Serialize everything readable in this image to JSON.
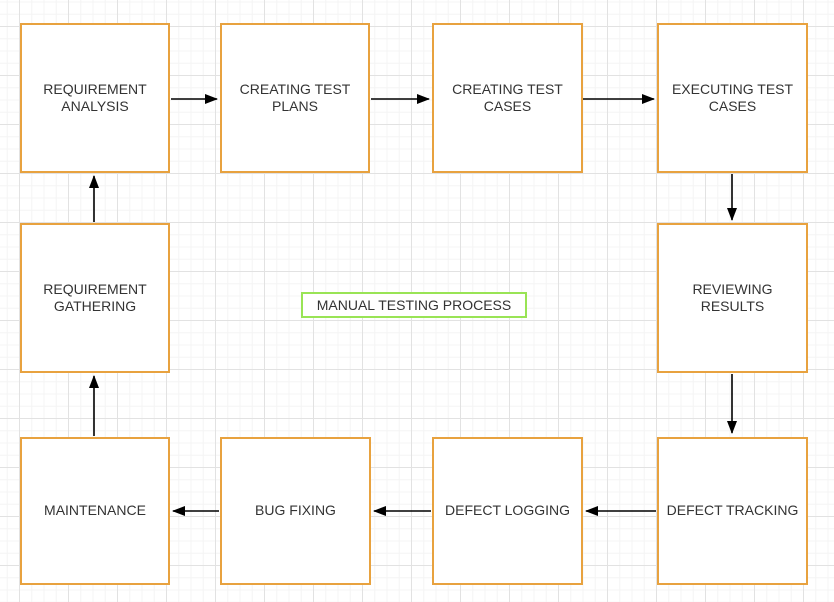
{
  "diagram": {
    "title": {
      "label": "MANUAL TESTING PROCESS"
    },
    "nodes": [
      {
        "id": "requirement-analysis",
        "label": "REQUIREMENT ANALYSIS"
      },
      {
        "id": "creating-test-plans",
        "label": "CREATING TEST PLANS"
      },
      {
        "id": "creating-test-cases",
        "label": "CREATING TEST CASES"
      },
      {
        "id": "executing-test-cases",
        "label": "EXECUTING TEST CASES"
      },
      {
        "id": "requirement-gathering",
        "label": "REQUIREMENT GATHERING"
      },
      {
        "id": "reviewing-results",
        "label": "REVIEWING RESULTS"
      },
      {
        "id": "maintenance",
        "label": "MAINTENANCE"
      },
      {
        "id": "bug-fixing",
        "label": "BUG FIXING"
      },
      {
        "id": "defect-logging",
        "label": "DEFECT LOGGING"
      },
      {
        "id": "defect-tracking",
        "label": "DEFECT TRACKING"
      }
    ],
    "connections": [
      {
        "from": "requirement-analysis",
        "to": "creating-test-plans",
        "direction": "right"
      },
      {
        "from": "creating-test-plans",
        "to": "creating-test-cases",
        "direction": "right"
      },
      {
        "from": "creating-test-cases",
        "to": "executing-test-cases",
        "direction": "right"
      },
      {
        "from": "executing-test-cases",
        "to": "reviewing-results",
        "direction": "down"
      },
      {
        "from": "reviewing-results",
        "to": "defect-tracking",
        "direction": "down"
      },
      {
        "from": "defect-tracking",
        "to": "defect-logging",
        "direction": "left"
      },
      {
        "from": "defect-logging",
        "to": "bug-fixing",
        "direction": "left"
      },
      {
        "from": "bug-fixing",
        "to": "maintenance",
        "direction": "left"
      },
      {
        "from": "maintenance",
        "to": "requirement-gathering",
        "direction": "up"
      },
      {
        "from": "requirement-gathering",
        "to": "requirement-analysis",
        "direction": "up"
      }
    ],
    "colors": {
      "node_border": "#e8a23f",
      "title_border": "#99e455",
      "arrow": "#000000",
      "text": "#333333",
      "grid_minor": "#f4f4f4",
      "grid_major": "#e2e2e2",
      "background": "#ffffff"
    }
  }
}
